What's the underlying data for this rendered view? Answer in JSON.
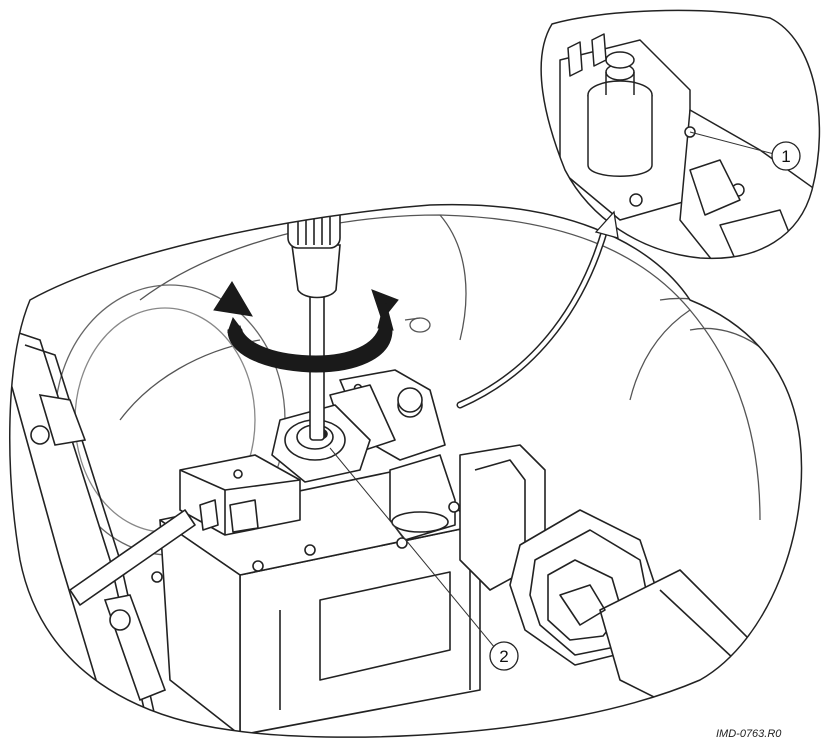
{
  "figure": {
    "callouts": [
      {
        "number": "1"
      },
      {
        "number": "2"
      }
    ],
    "figure_id": "IMD-0763.R0"
  }
}
